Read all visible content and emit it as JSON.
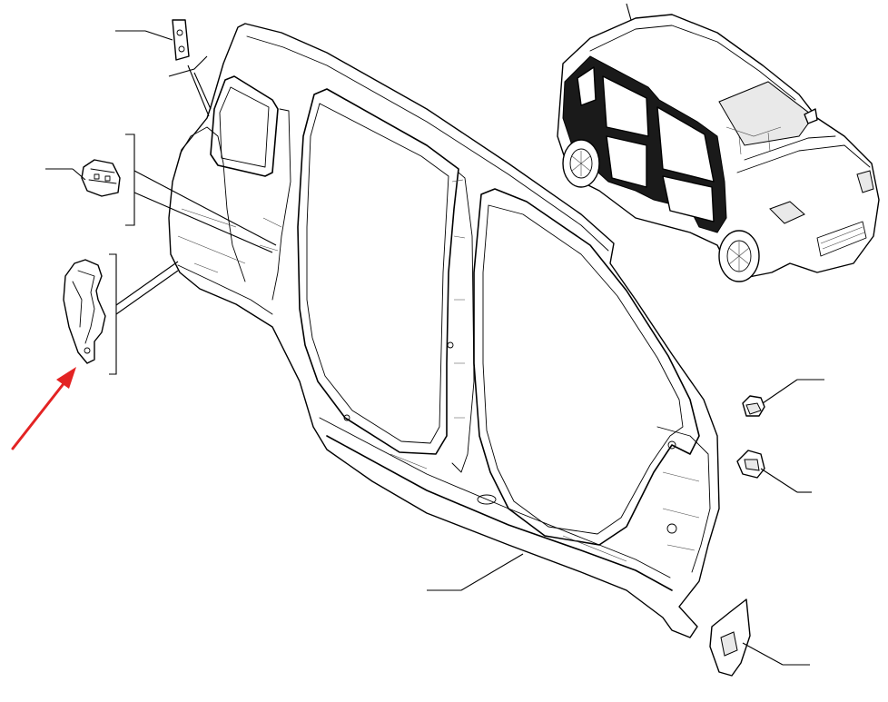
{
  "diagram": {
    "kind": "exploded parts diagram",
    "callout_labels": [],
    "highlight_color": "#e32323",
    "parts": [
      {
        "id": "gusset-plate-small"
      },
      {
        "id": "upper-bracket"
      },
      {
        "id": "rear-wheelarch-reinforcement",
        "highlighted": true
      },
      {
        "id": "side-body-panel"
      },
      {
        "id": "cage-nut"
      },
      {
        "id": "clip-bracket"
      },
      {
        "id": "lower-pillar-gusset"
      },
      {
        "id": "vehicle-overview"
      }
    ]
  }
}
